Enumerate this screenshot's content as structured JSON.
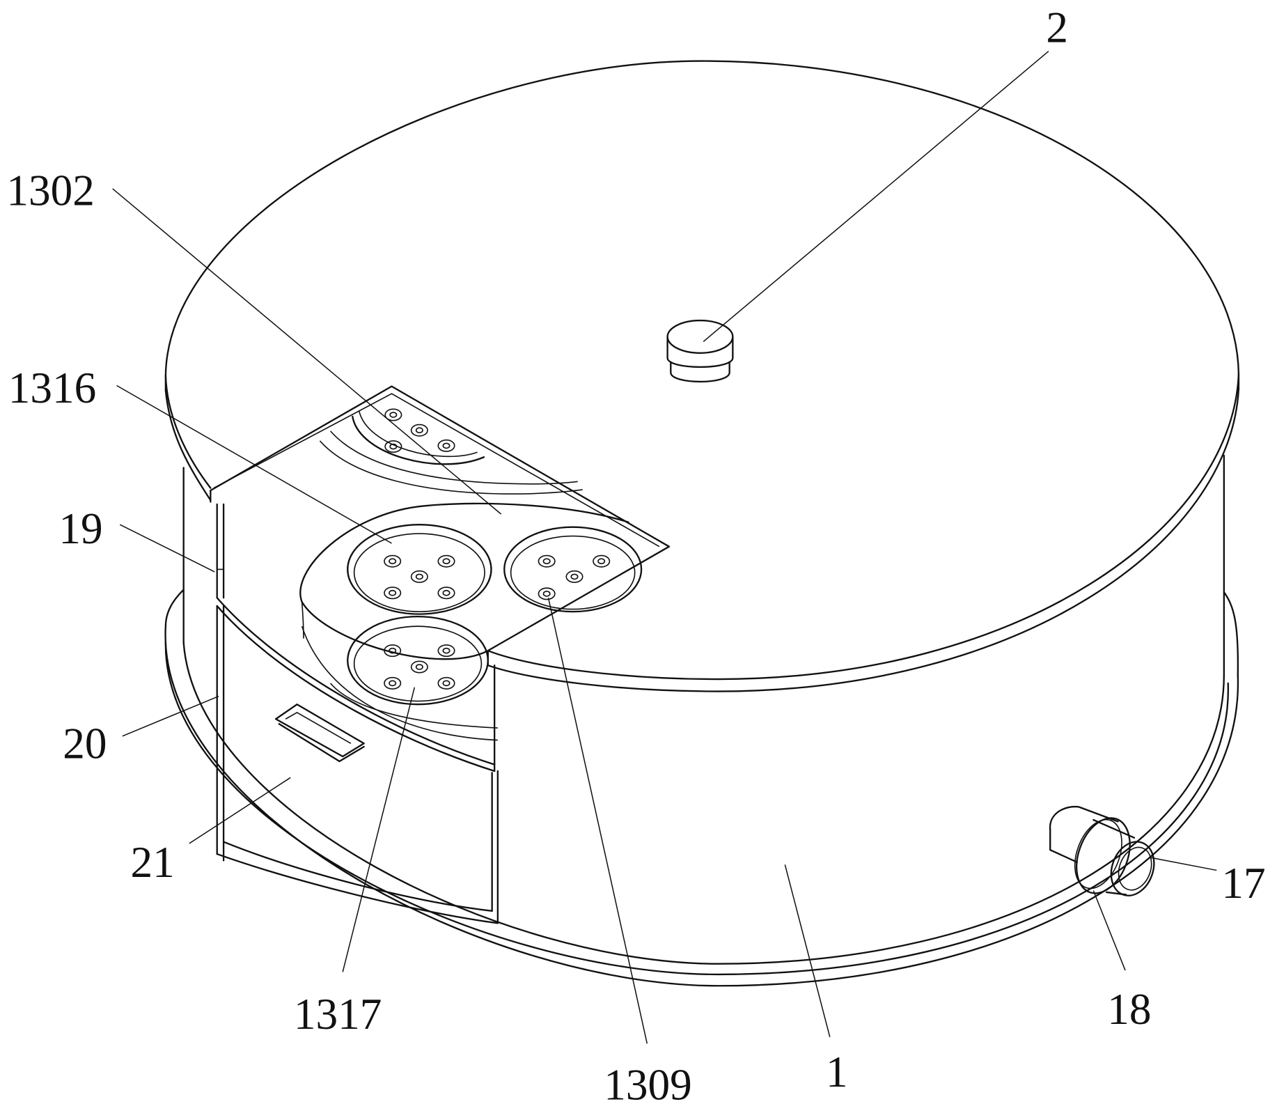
{
  "labels": {
    "l2": "2",
    "l1302": "1302",
    "l1316": "1316",
    "l19": "19",
    "l20": "20",
    "l21": "21",
    "l1317": "1317",
    "l1309": "1309",
    "l1": "1",
    "l18": "18",
    "l17": "17"
  }
}
